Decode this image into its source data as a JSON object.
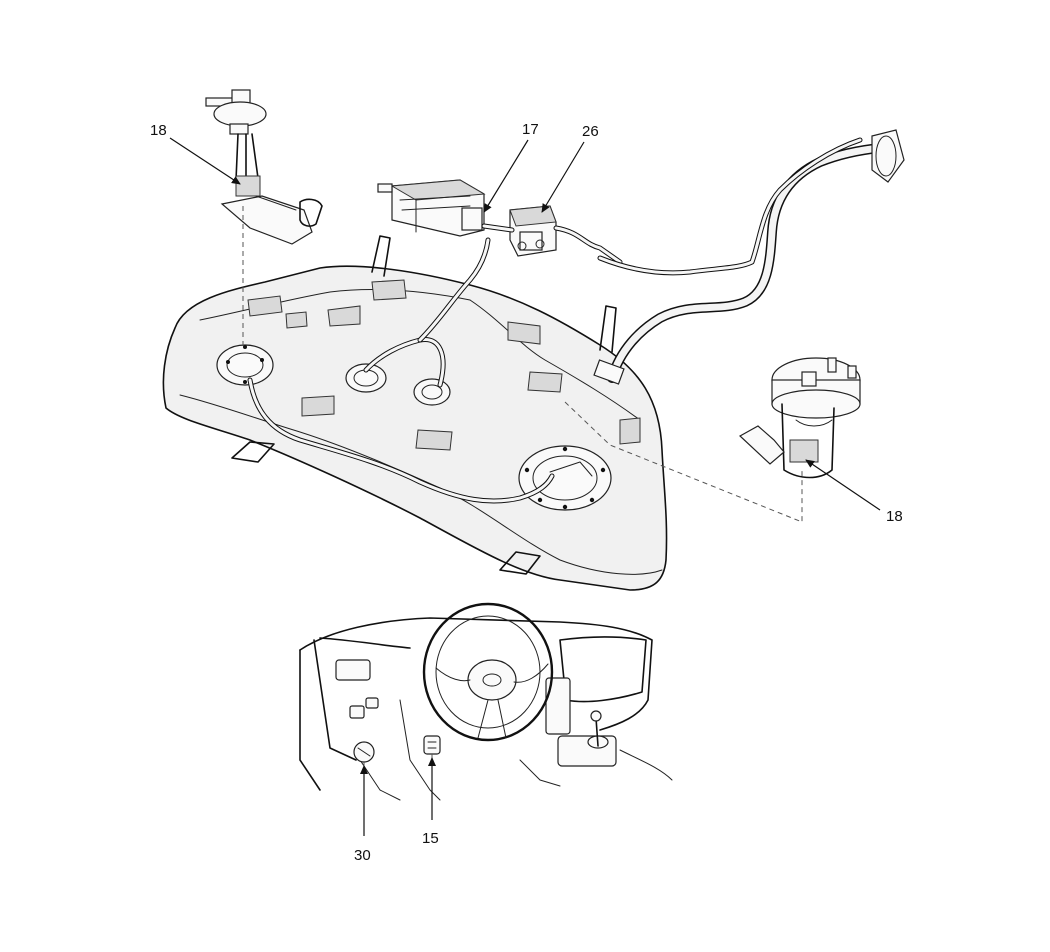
{
  "callouts": [
    {
      "id": "fuel-pump-left",
      "label": "18"
    },
    {
      "id": "canister-part",
      "label": "17"
    },
    {
      "id": "canister-close-valve",
      "label": "26"
    },
    {
      "id": "fuel-pump-right",
      "label": "18"
    },
    {
      "id": "dash-part-30",
      "label": "30"
    },
    {
      "id": "dash-part-15",
      "label": "15"
    }
  ]
}
